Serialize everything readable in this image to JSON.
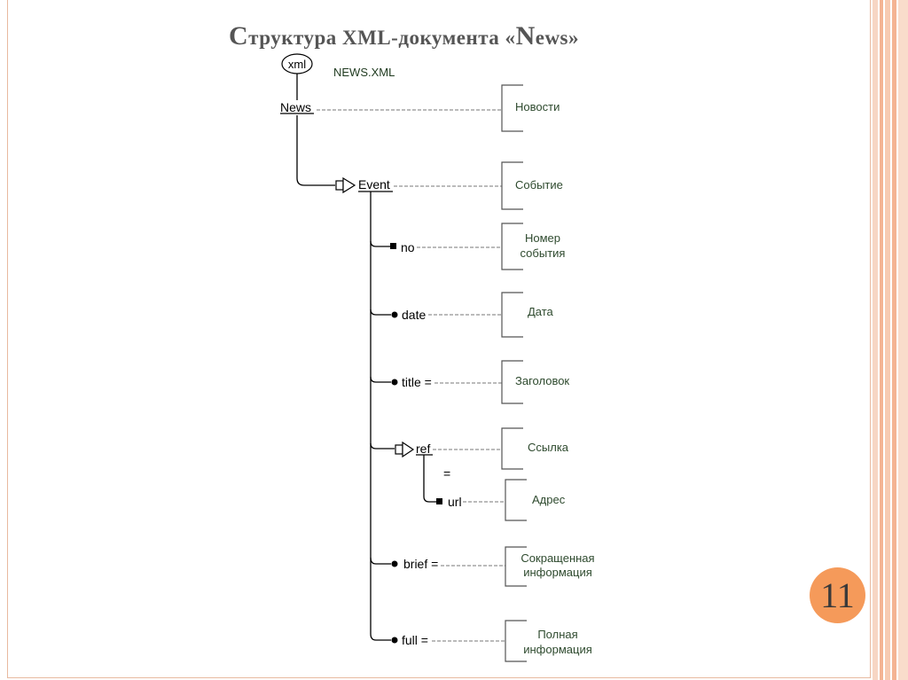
{
  "slide": {
    "title_first": "С",
    "title_rest": "труктура XML-документа «",
    "title_n": "N",
    "title_ews": "ews",
    "title_close": "»",
    "page_number": "11"
  },
  "diagram": {
    "root_badge": "xml",
    "file_name": "NEWS.XML",
    "nodes": {
      "news": "News",
      "event": "Event",
      "no": "no",
      "date": "date",
      "title": "title =",
      "ref": "ref",
      "ref_eq": "=",
      "url": "url",
      "brief": "brief =",
      "full": "full ="
    },
    "descriptions": {
      "news": [
        "Новости"
      ],
      "event": [
        "Событие"
      ],
      "no": [
        "Номер",
        "события"
      ],
      "date": [
        "Дата"
      ],
      "title": [
        "Заголовок"
      ],
      "ref": [
        "Ссылка"
      ],
      "url": [
        "Адрес"
      ],
      "brief": [
        "Сокращенная",
        "информация"
      ],
      "full": [
        "Полная",
        "информация"
      ]
    }
  },
  "colors": {
    "accent_orange": "#f59a5a",
    "description_text": "#2e4a2e",
    "line": "#000000"
  }
}
